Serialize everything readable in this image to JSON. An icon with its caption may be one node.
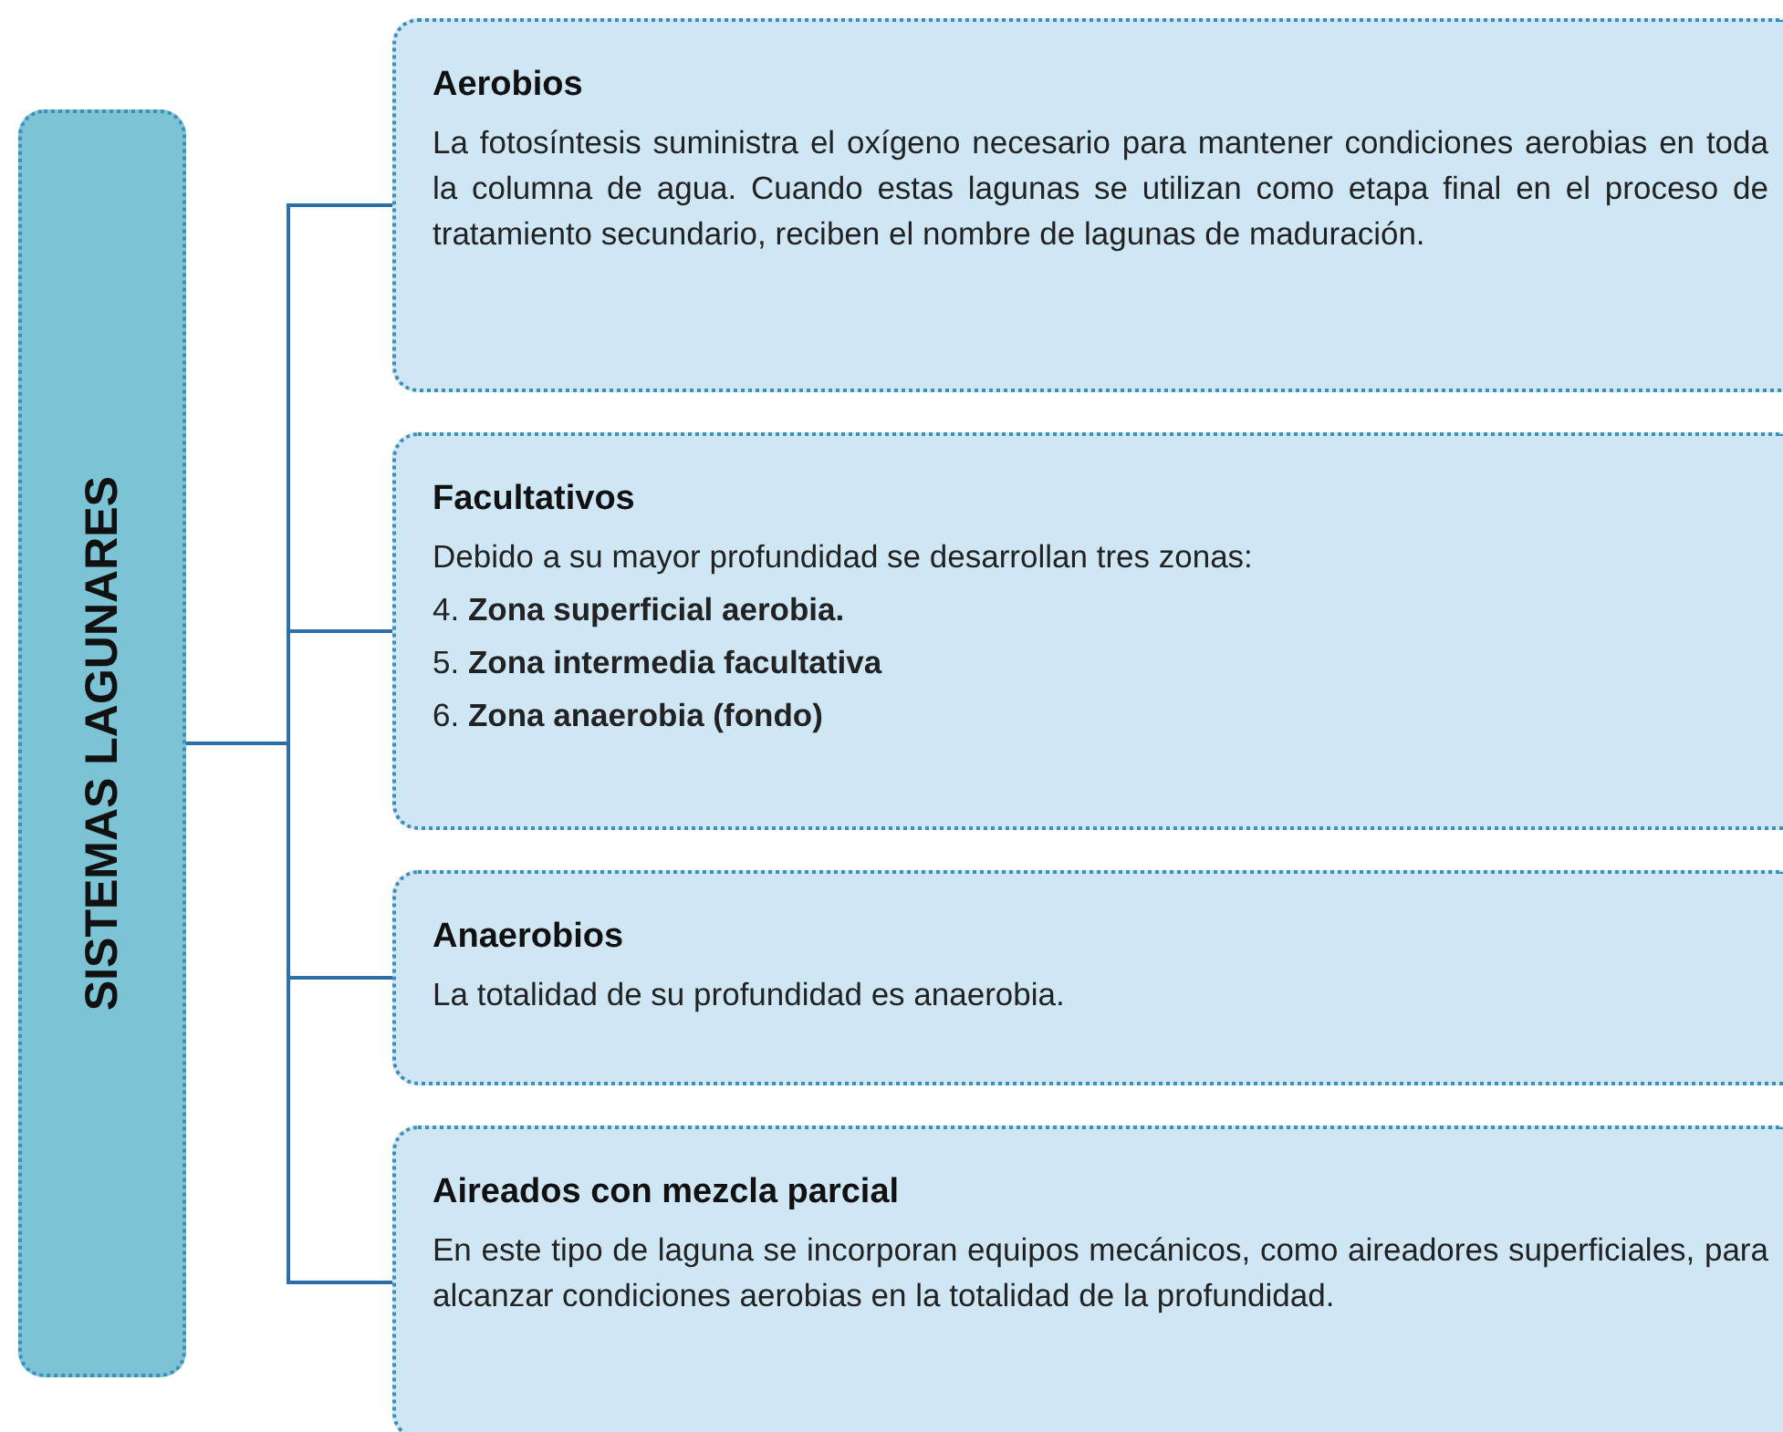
{
  "diagram": {
    "nodes": [
      {
        "text": [
          "SISTEMAS LAGUNARES"
        ]
      },
      {
        "text": [
          "Aerobios",
          "La fotosíntesis suministra el oxígeno necesario para mantener condiciones aerobias en toda la columna de agua. Cuando estas lagunas se utilizan como etapa final en el proceso de tratamiento secundario, reciben el nombre de lagunas de maduración."
        ]
      },
      {
        "text": [
          "Facultativos",
          "Debido a su mayor profundidad se desarrollan tres zonas:",
          "4. **Zona superficial aerobia.**",
          "5. **Zona intermedia facultativa**",
          "6. **Zona anaerobia (fondo)**"
        ]
      },
      {
        "text": [
          "Anaerobios",
          "La totalidad de su profundidad es anaerobia."
        ]
      },
      {
        "text": [
          "Aireados con mezcla parcial",
          "En este tipo de laguna se incorporan equipos mecánicos, como aireadores superficiales, para alcanzar condiciones aerobias en la totalidad de la profundidad."
        ]
      }
    ],
    "edges": [
      {
        "from": 0,
        "to": 1,
        "arrow": "none"
      },
      {
        "from": 0,
        "to": 2,
        "arrow": "none"
      },
      {
        "from": 0,
        "to": 3,
        "arrow": "none"
      },
      {
        "from": 0,
        "to": 4,
        "arrow": "none"
      }
    ]
  }
}
